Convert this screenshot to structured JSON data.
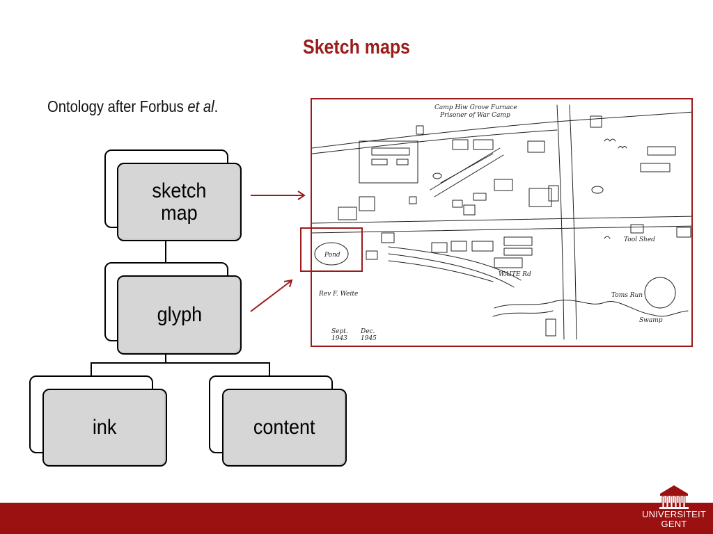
{
  "slide": {
    "title": "Sketch maps",
    "subtitle_prefix": "Ontology after Forbus ",
    "subtitle_italic": "et al",
    "subtitle_suffix": "."
  },
  "hierarchy": {
    "root": "sketch\nmap",
    "middle": "glyph",
    "leaf_left": "ink",
    "leaf_right": "content"
  },
  "map_labels": {
    "header_line1": "Camp Hiw Grove Furnace",
    "header_line2": "Prisoner of War Camp",
    "road_label": "WAITE Rd",
    "author": "Rev F. Weite",
    "date_left_line1": "Sept.",
    "date_left_line2": "1943",
    "date_right_line1": "Dec.",
    "date_right_line2": "1945",
    "pond_label": "Pond",
    "tool_shed": "Tool Shed",
    "tom_run": "Toms Run",
    "swamp": "Swamp"
  },
  "logo": {
    "line1": "UNIVERSITEIT",
    "line2": "GENT"
  },
  "colors": {
    "accent": "#9b1b1b",
    "footer": "#9b1010",
    "node_fill": "#d6d6d6"
  }
}
